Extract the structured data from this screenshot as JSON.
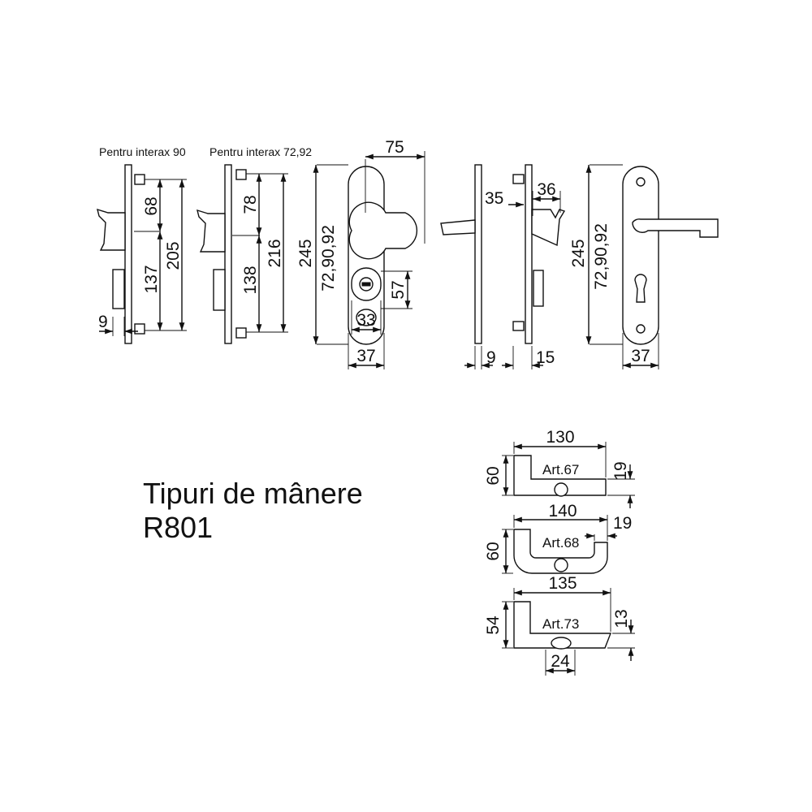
{
  "labels": {
    "interax_90": "Pentru interax 90",
    "interax_72_92": "Pentru interax 72,92"
  },
  "title": {
    "line1": "Tipuri de mânere",
    "line2": "R801"
  },
  "dims": {
    "a68": "68",
    "a137": "137",
    "a205": "205",
    "a9": "9",
    "b78": "78",
    "b138": "138",
    "b216": "216",
    "c75": "75",
    "c245": "245",
    "c72_90_92": "72,90,92",
    "c57": "57",
    "c33": "33",
    "c37": "37",
    "d9": "9",
    "e35": "35",
    "e36": "36",
    "e15": "15",
    "f245": "245",
    "f72_90_92": "72,90,92",
    "f37": "37"
  },
  "handles": [
    {
      "art": "Art.67",
      "length": "130",
      "height": "60",
      "end": "19"
    },
    {
      "art": "Art.68",
      "length": "140",
      "height": "60",
      "end": "19"
    },
    {
      "art": "Art.73",
      "length": "135",
      "height": "54",
      "end": "13",
      "base": "24"
    }
  ]
}
